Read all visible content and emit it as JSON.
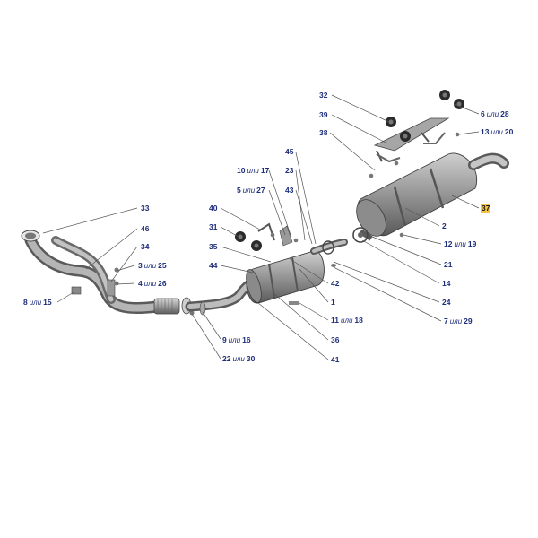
{
  "range_word": "или",
  "highlight_color": "#f5c542",
  "label_color": "#1d2d7a",
  "callouts": [
    {
      "id": "c32",
      "a": "32"
    },
    {
      "id": "c39",
      "a": "39"
    },
    {
      "id": "c6",
      "a": "6",
      "b": "28"
    },
    {
      "id": "c38",
      "a": "38"
    },
    {
      "id": "c13",
      "a": "13",
      "b": "20"
    },
    {
      "id": "c45",
      "a": "45"
    },
    {
      "id": "c10",
      "a": "10",
      "b": "17"
    },
    {
      "id": "c23",
      "a": "23"
    },
    {
      "id": "c5",
      "a": "5",
      "b": "27"
    },
    {
      "id": "c43",
      "a": "43"
    },
    {
      "id": "c37",
      "a": "37",
      "highlight": true
    },
    {
      "id": "c33",
      "a": "33"
    },
    {
      "id": "c40",
      "a": "40"
    },
    {
      "id": "c2",
      "a": "2"
    },
    {
      "id": "c46",
      "a": "46"
    },
    {
      "id": "c31",
      "a": "31"
    },
    {
      "id": "c12",
      "a": "12",
      "b": "19"
    },
    {
      "id": "c34",
      "a": "34"
    },
    {
      "id": "c35",
      "a": "35"
    },
    {
      "id": "c21",
      "a": "21"
    },
    {
      "id": "c3",
      "a": "3",
      "b": "25"
    },
    {
      "id": "c44",
      "a": "44"
    },
    {
      "id": "c14",
      "a": "14"
    },
    {
      "id": "c4",
      "a": "4",
      "b": "26"
    },
    {
      "id": "c42",
      "a": "42"
    },
    {
      "id": "c8",
      "a": "8",
      "b": "15"
    },
    {
      "id": "c1",
      "a": "1"
    },
    {
      "id": "c24",
      "a": "24"
    },
    {
      "id": "c7",
      "a": "7",
      "b": "29"
    },
    {
      "id": "c11",
      "a": "11",
      "b": "18"
    },
    {
      "id": "c9",
      "a": "9",
      "b": "16"
    },
    {
      "id": "c36",
      "a": "36"
    },
    {
      "id": "c22",
      "a": "22",
      "b": "30"
    },
    {
      "id": "c41",
      "a": "41"
    }
  ]
}
